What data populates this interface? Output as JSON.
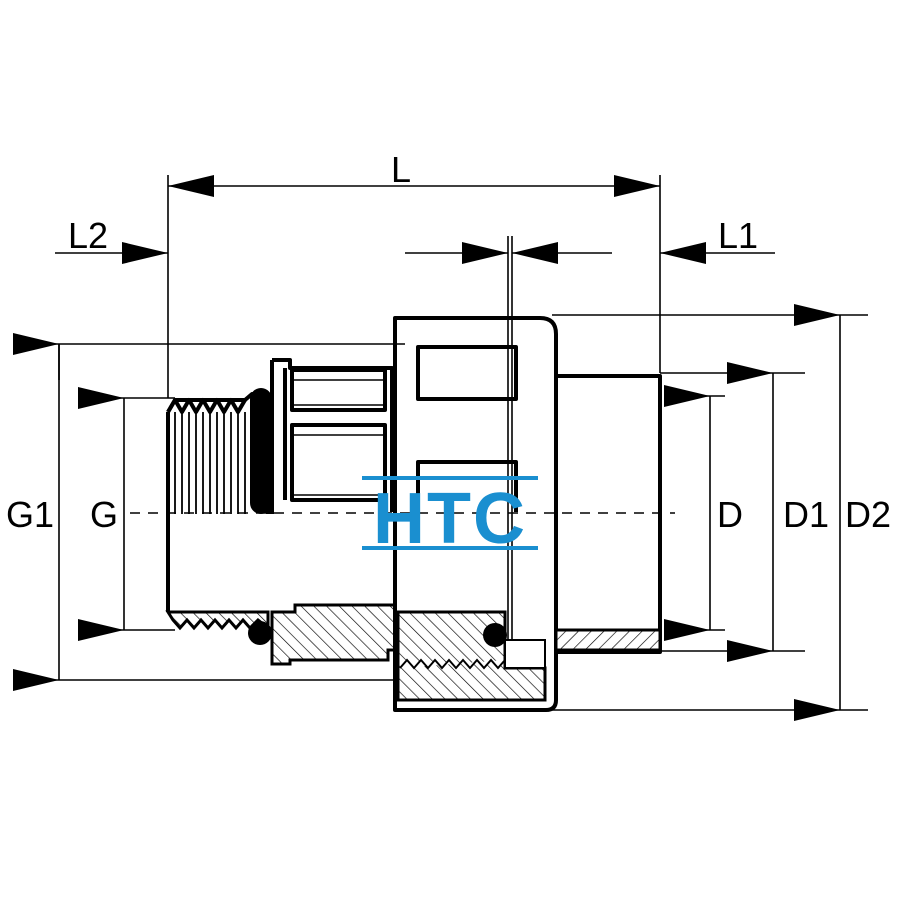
{
  "labels": {
    "L": "L",
    "L1": "L1",
    "L2": "L2",
    "G1": "G1",
    "G": "G",
    "D": "D",
    "D1": "D1",
    "D2": "D2"
  },
  "watermark": {
    "text": "HTC",
    "color": "#1a8fd0"
  }
}
